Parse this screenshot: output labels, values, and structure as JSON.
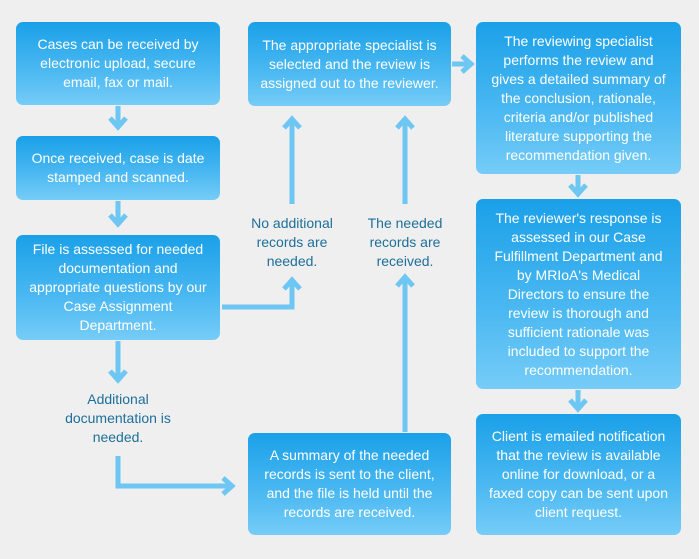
{
  "colors": {
    "background": "#efefef",
    "box_gradient_top": "#1aa0e8",
    "box_gradient_bottom": "#76ccf7",
    "arrow": "#6ec6f2",
    "label_text": "#1e6f99"
  },
  "boxes": {
    "received": "Cases can be received by electronic upload, secure email, fax or mail.",
    "stamped": "Once received, case is date stamped and scanned.",
    "assessed": "File is assessed for needed documentation and appropriate questions by our Case Assignment Department.",
    "specialist_selected": "The appropriate specialist is selected and the review is assigned out to the reviewer.",
    "summary_sent": "A summary of the needed records is sent to the client, and the file is held until the records are received.",
    "review_performed": "The reviewing specialist performs the review and gives a detailed summary of the conclusion, rationale, criteria and/or published literature supporting the recommendation given.",
    "response_assessed": "The reviewer's response is assessed in our Case Fulfillment Department and by MRIoA's Medical Directors to ensure the review is thorough and sufficient rationale was included to support the recommendation.",
    "client_notified": "Client is emailed notification that the review is available online for download, or a faxed copy can be sent upon client request."
  },
  "labels": {
    "no_additional": "No additional records are needed.",
    "needed_received": "The needed records are received.",
    "additional_needed": "Additional documentation is needed."
  }
}
